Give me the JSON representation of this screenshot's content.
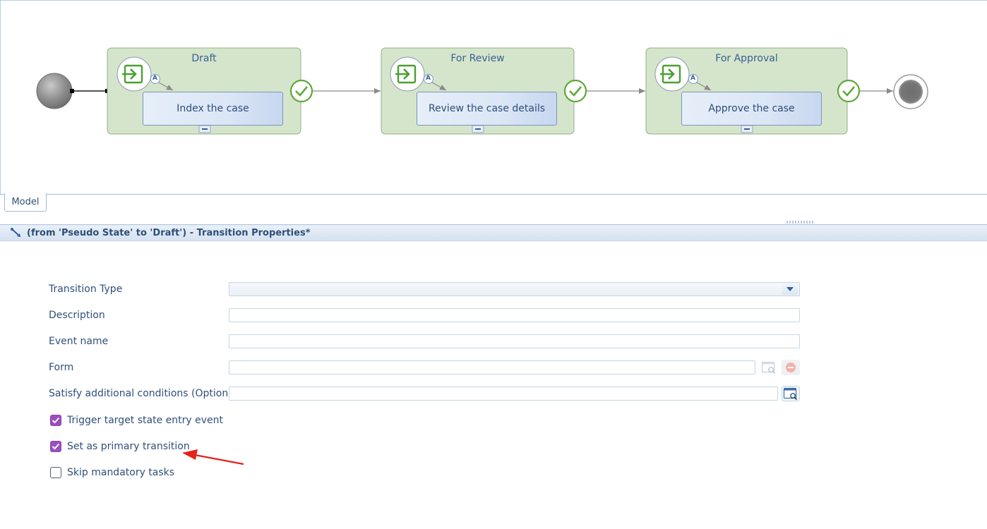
{
  "diagram": {
    "stages": [
      {
        "title": "Draft",
        "task": "Index the case"
      },
      {
        "title": "For Review",
        "task": "Review the case details"
      },
      {
        "title": "For Approval",
        "task": "Approve the case"
      }
    ],
    "badge_letter": "A",
    "colors": {
      "stage_fill": "#d5e5cc",
      "stage_border": "#8fb381",
      "check_green": "#5fa83a",
      "connector": "#8a8a8a"
    }
  },
  "tabs": {
    "model": "Model"
  },
  "panel": {
    "title": "(from 'Pseudo State' to 'Draft') - Transition Properties*"
  },
  "form": {
    "transition_type": {
      "label": "Transition Type",
      "value": ""
    },
    "description": {
      "label": "Description",
      "value": ""
    },
    "event_name": {
      "label": "Event name",
      "value": ""
    },
    "form": {
      "label": "Form",
      "value": ""
    },
    "conditions": {
      "label": "Satisfy additional conditions (Optional)",
      "value": ""
    },
    "checkboxes": [
      {
        "label": "Trigger target state entry event",
        "checked": true
      },
      {
        "label": "Set as primary transition",
        "checked": true
      },
      {
        "label": "Skip mandatory tasks",
        "checked": false
      }
    ]
  }
}
